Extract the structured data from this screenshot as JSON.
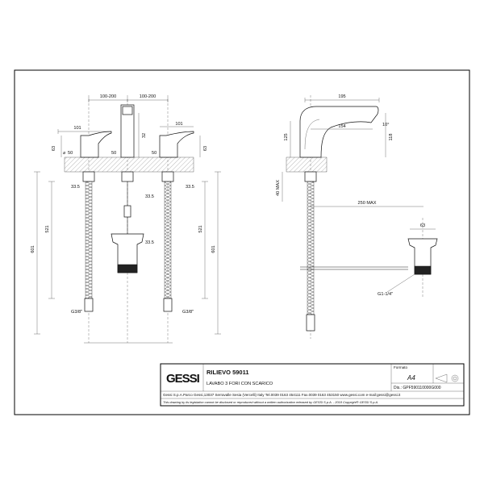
{
  "left_view": {
    "dims": {
      "spacing_left": "100-200",
      "spacing_right": "100-200",
      "handle_left_reach": "101",
      "handle_right_reach": "101",
      "spout_height": "32",
      "handle_left_height": "63",
      "handle_right_height": "63",
      "base_left_dia": "50",
      "base_center_dia": "50",
      "base_right_dia": "50",
      "hole_left_dia": "33.5",
      "hole_center_dia": "33.5",
      "hole_center2_dia": "33.5",
      "hole_right_dia": "33.5",
      "hose_left_upper": "521",
      "hose_left_total": "601",
      "hose_right_upper": "521",
      "hose_right_total": "601",
      "thread_left": "G3/8\"",
      "thread_right": "G3/8\""
    }
  },
  "right_view": {
    "dims": {
      "spout_length": "195",
      "handle_height": "125",
      "spout_reach": "154",
      "spout_angle": "10°",
      "overall_height": "118",
      "deck_thickness": "40 MAX",
      "rod_length": "250 MAX",
      "drain_dia": "63",
      "drain_thread": "G1-1/4\""
    }
  },
  "title_block": {
    "logo": "GESSI",
    "model": "RILIEVO 59011",
    "description": "LAVABO 3 FORI CON SCARICO",
    "format_label": "Formato",
    "format_value": "A4",
    "drawing_code": "Dis.: GPF590110000G000",
    "address": "Gessi S.p.A.Parco Gessi,13037 Serravalle Sesia (Vercelli) Italy Tel.0039 0163 454111 Fax.0039 0163 453150 www.gessi.com e-mail:gessi@gessi.it",
    "legal_notice": "This drawing by its legislation cannot be disclosed or reproduced without a written authorization released by GESSI S.p.A. - 2018 Copyright® GESSI S.p.A."
  }
}
